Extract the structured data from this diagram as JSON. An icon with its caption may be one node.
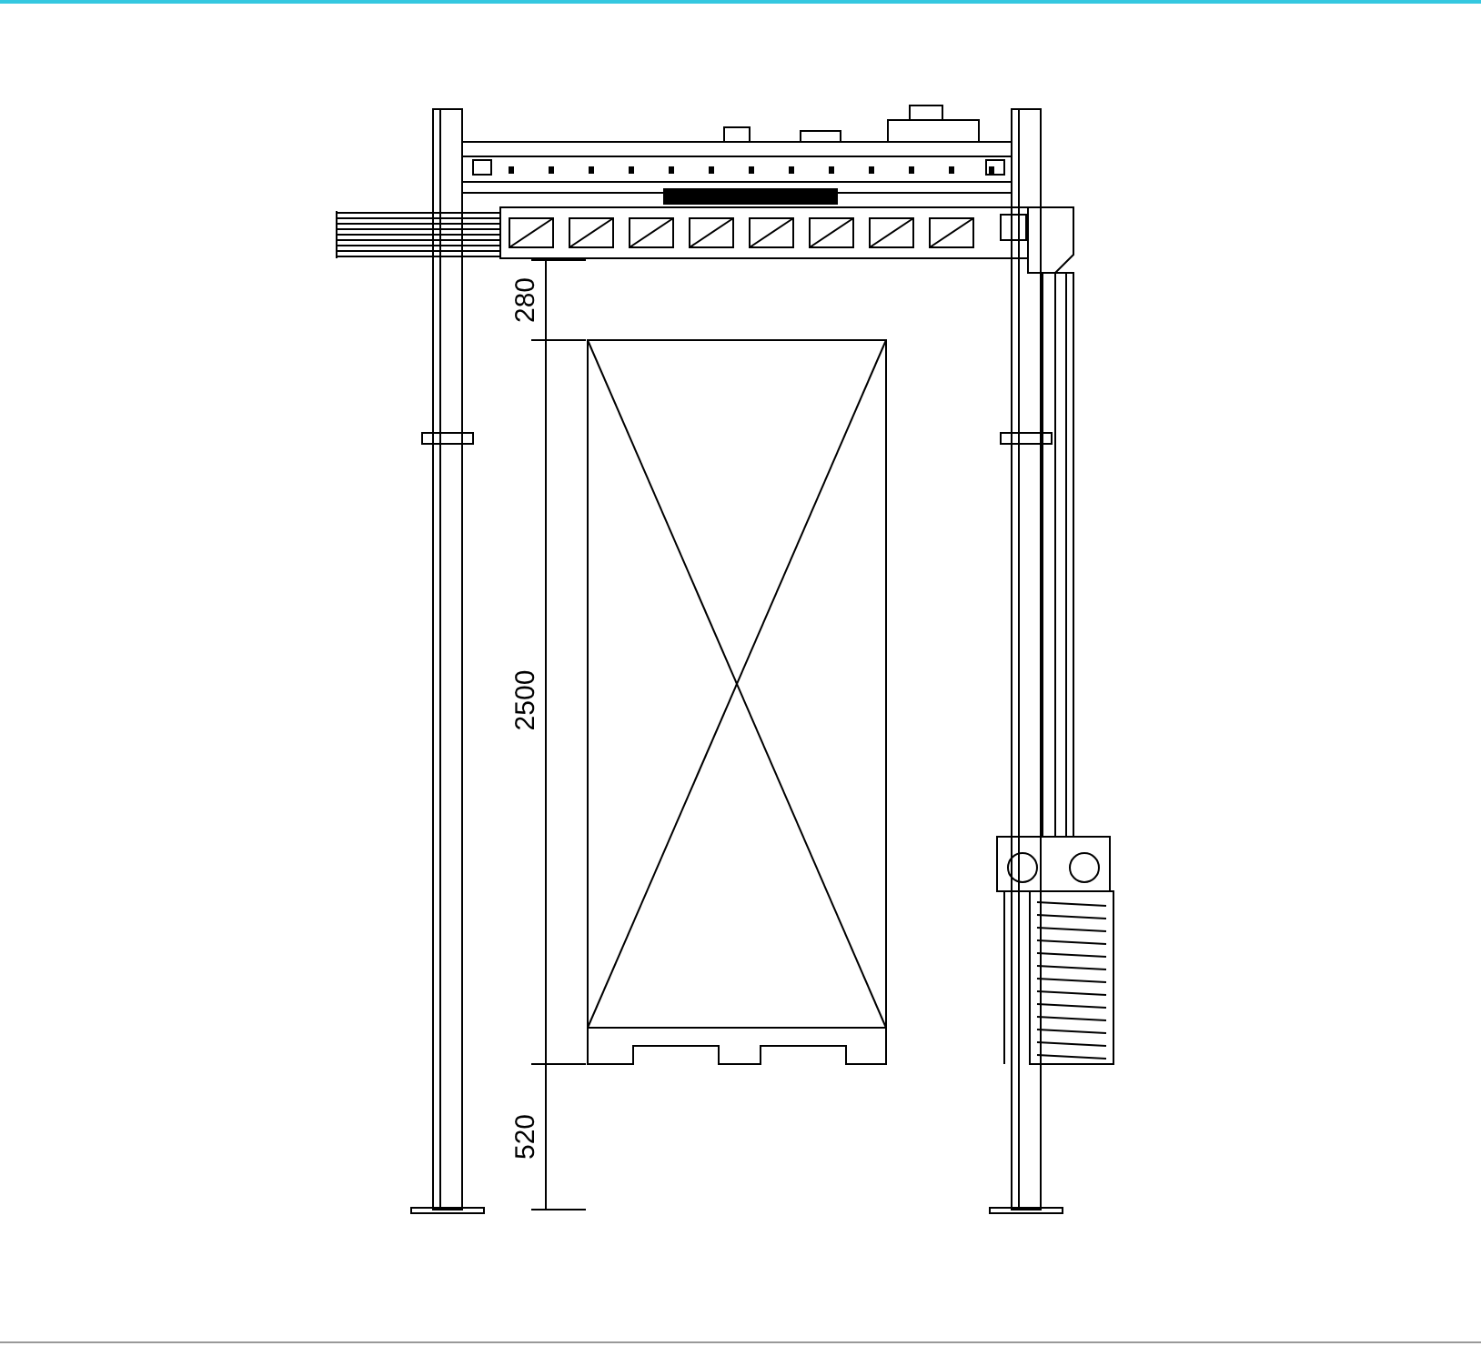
{
  "diagram": {
    "labels": [
      "280",
      "2500",
      "520"
    ]
  }
}
